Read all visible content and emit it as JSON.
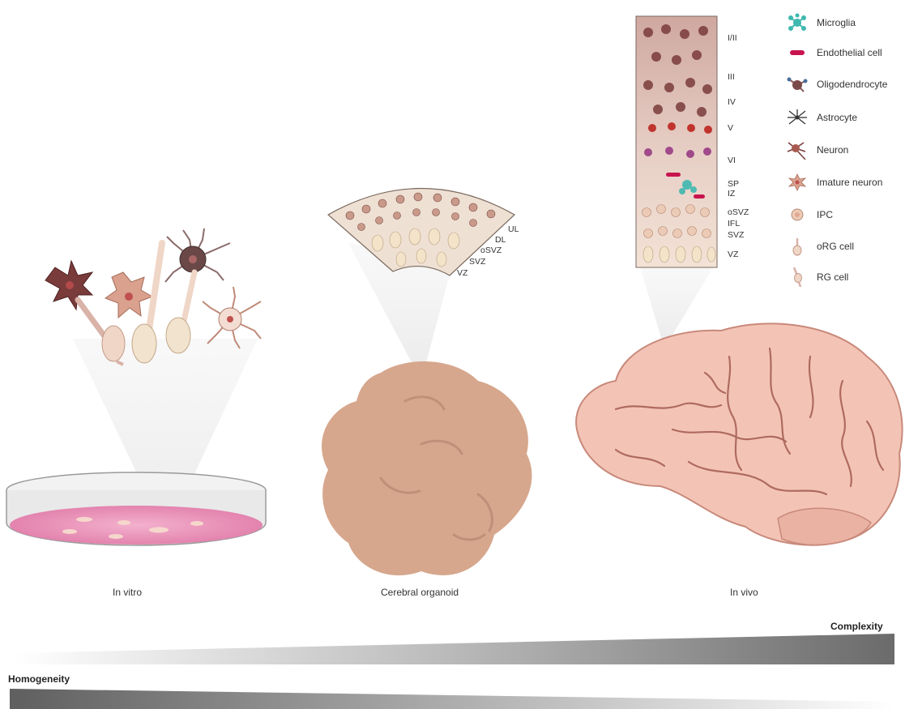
{
  "panels": {
    "invitro": "In vitro",
    "organoid": "Cerebral organoid",
    "invivo": "In vivo"
  },
  "organoid_layers": [
    "UL",
    "DL",
    "oSVZ",
    "SVZ",
    "VZ"
  ],
  "cortex_layers": [
    "I/II",
    "III",
    "IV",
    "V",
    "VI",
    "SP",
    "IZ",
    "oSVZ",
    "IFL",
    "SVZ",
    "VZ"
  ],
  "legend": [
    {
      "label": "Microglia",
      "icon": "microglia-icon"
    },
    {
      "label": "Endothelial cell",
      "icon": "endothelial-cell-icon"
    },
    {
      "label": "Oligodendrocyte",
      "icon": "oligodendrocyte-icon"
    },
    {
      "label": "Astrocyte",
      "icon": "astrocyte-icon"
    },
    {
      "label": "Neuron",
      "icon": "neuron-icon"
    },
    {
      "label": "Imature neuron",
      "icon": "immature-neuron-icon"
    },
    {
      "label": "IPC",
      "icon": "ipc-icon"
    },
    {
      "label": "oRG cell",
      "icon": "org-cell-icon"
    },
    {
      "label": "RG cell",
      "icon": "rg-cell-icon"
    }
  ],
  "gradients": {
    "complexity": "Complexity",
    "homogeneity": "Homogeneity"
  },
  "colors": {
    "dish_medium": "#e98fb6",
    "organoid": "#d9a98f",
    "brain": "#f3c4b6",
    "neuron_dark": "#7a3b3b",
    "microglia": "#3fb8b0",
    "endothelial": "#c8144e"
  }
}
